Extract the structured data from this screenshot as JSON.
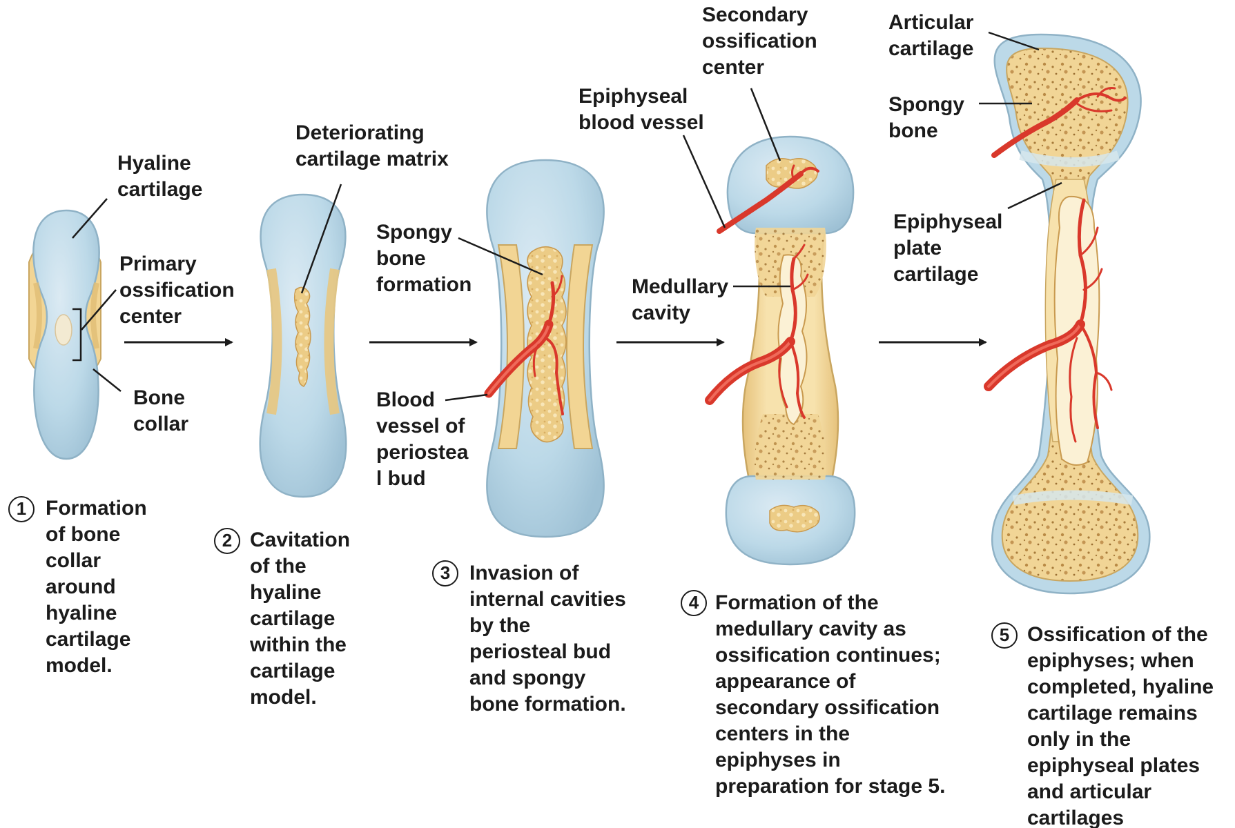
{
  "colors": {
    "cartilage": "#bcd9e8",
    "cartilage_edge": "#8fb2c6",
    "bone": "#f4dba0",
    "bone_edge": "#c9a660",
    "spongy": "#e7c077",
    "vessel": "#d9382b"
  },
  "labels": {
    "hyaline_cartilage": "Hyaline\ncartilage",
    "primary_ossification_center": "Primary\nossification\ncenter",
    "bone_collar": "Bone\ncollar",
    "deteriorating_cartilage_matrix": "Deteriorating\ncartilage matrix",
    "spongy_bone_formation": "Spongy\nbone\nformation",
    "blood_vessel_periosteal_bud": "Blood\nvessel of\nperiostea\nl bud",
    "secondary_ossification_center": "Secondary\nossification\ncenter",
    "epiphyseal_blood_vessel": "Epiphyseal\nblood vessel",
    "medullary_cavity": "Medullary\ncavity",
    "articular_cartilage": "Articular\ncartilage",
    "spongy_bone": "Spongy\nbone",
    "epiphyseal_plate_cartilage": "Epiphyseal\nplate\ncartilage"
  },
  "steps": [
    {
      "number": "1",
      "caption": "Formation\nof bone\ncollar\naround\nhyaline\ncartilage\nmodel."
    },
    {
      "number": "2",
      "caption": "Cavitation\nof the\nhyaline\ncartilage\nwithin the\ncartilage\nmodel."
    },
    {
      "number": "3",
      "caption": "Invasion of\ninternal cavities\nby the\nperiosteal bud\nand spongy\nbone formation."
    },
    {
      "number": "4",
      "caption": "Formation of the\nmedullary cavity as\nossification continues;\nappearance of\nsecondary ossification\ncenters in the\nepiphyses in\npreparation for stage 5."
    },
    {
      "number": "5",
      "caption": "Ossification of the\nepiphyses; when\ncompleted, hyaline\ncartilage remains\nonly in the\nepiphyseal plates\nand articular\ncartilages"
    }
  ]
}
